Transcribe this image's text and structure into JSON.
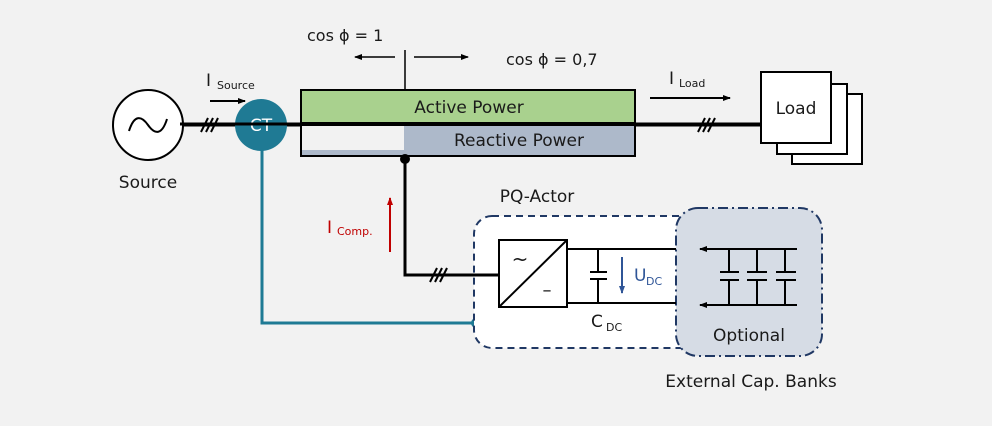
{
  "source": {
    "label": "Source",
    "symbol": "~"
  },
  "ct": {
    "label": "CT"
  },
  "currents": {
    "source": {
      "main": "I",
      "sub": "Source"
    },
    "load": {
      "main": "I",
      "sub": "Load"
    },
    "comp": {
      "main": "I",
      "sub": "Comp."
    }
  },
  "power_factor": {
    "left": "cos ϕ = 1",
    "right": "cos ϕ = 0,7"
  },
  "power_bar": {
    "active": "Active Power",
    "reactive": "Reactive Power"
  },
  "load": {
    "label": "Load"
  },
  "pq_actor": {
    "title": "PQ-Actor",
    "ac_symbol": "~",
    "dc_symbol": "–",
    "udc": {
      "main": "U",
      "sub": "DC"
    },
    "cdc": {
      "main": "C",
      "sub": "DC"
    }
  },
  "cap_banks": {
    "inner": "Optional",
    "caption": "External Cap. Banks"
  },
  "colors": {
    "teal": "#1f7a94",
    "active_green": "#a9d18e",
    "reactive_blue": "#adb9ca",
    "comp_red": "#c00000",
    "udc_blue": "#2f5597",
    "dashed_navy": "#203864",
    "capbank_fill": "#d6dce5"
  }
}
